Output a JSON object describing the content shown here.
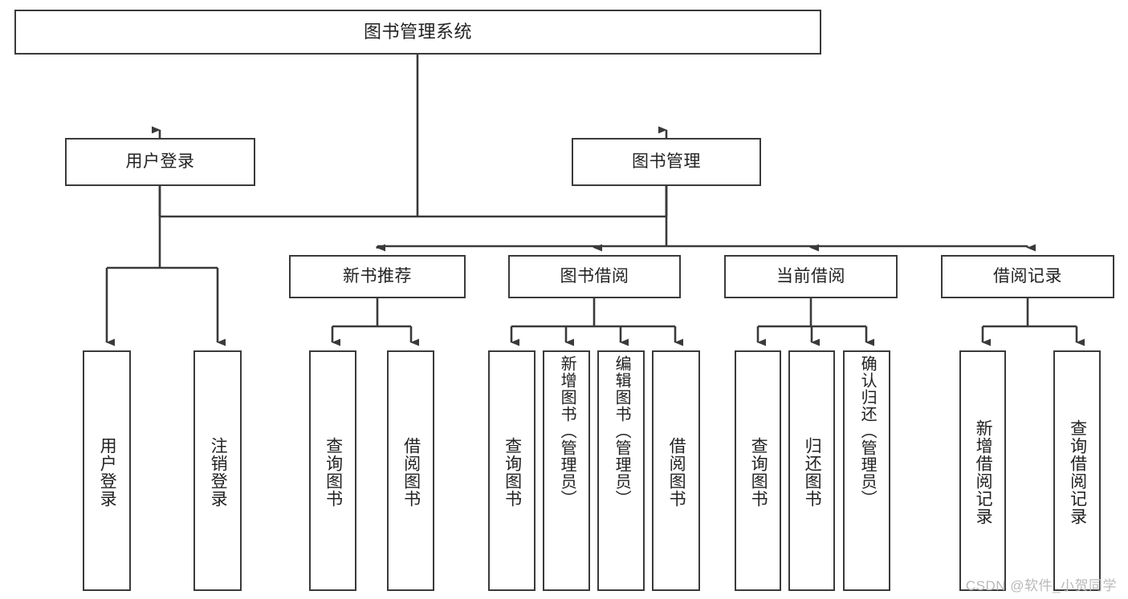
{
  "diagram": {
    "title": "图书管理系统",
    "type": "hierarchy-tree",
    "root": {
      "id": "root",
      "label": "图书管理系统",
      "orientation": "horizontal"
    },
    "level2": [
      {
        "id": "user-login",
        "label": "用户登录",
        "orientation": "horizontal"
      },
      {
        "id": "book-management",
        "label": "图书管理",
        "orientation": "horizontal"
      }
    ],
    "level3": [
      {
        "id": "new-book-recommend",
        "label": "新书推荐",
        "orientation": "horizontal"
      },
      {
        "id": "book-borrow",
        "label": "图书借阅",
        "orientation": "horizontal"
      },
      {
        "id": "current-borrow",
        "label": "当前借阅",
        "orientation": "horizontal"
      },
      {
        "id": "borrow-record",
        "label": "借阅记录",
        "orientation": "horizontal"
      }
    ],
    "leaves": [
      {
        "id": "leaf-user-login",
        "label": "用户登录",
        "parent": "user-login",
        "orientation": "vertical"
      },
      {
        "id": "leaf-logout",
        "label": "注销登录",
        "parent": "user-login",
        "orientation": "vertical"
      },
      {
        "id": "leaf-query-book-1",
        "label": "查询图书",
        "parent": "new-book-recommend",
        "orientation": "vertical"
      },
      {
        "id": "leaf-borrow-book-1",
        "label": "借阅图书",
        "parent": "new-book-recommend",
        "orientation": "vertical"
      },
      {
        "id": "leaf-query-book-2",
        "label": "查询图书",
        "parent": "book-borrow",
        "orientation": "vertical"
      },
      {
        "id": "leaf-add-book",
        "label": "新增图书（管理员）",
        "parent": "book-borrow",
        "orientation": "vertical"
      },
      {
        "id": "leaf-edit-book",
        "label": "编辑图书（管理员）",
        "parent": "book-borrow",
        "orientation": "vertical"
      },
      {
        "id": "leaf-borrow-book-2",
        "label": "借阅图书",
        "parent": "book-borrow",
        "orientation": "vertical"
      },
      {
        "id": "leaf-query-book-3",
        "label": "查询图书",
        "parent": "current-borrow",
        "orientation": "vertical"
      },
      {
        "id": "leaf-return-book",
        "label": "归还图书",
        "parent": "current-borrow",
        "orientation": "vertical"
      },
      {
        "id": "leaf-confirm-return",
        "label": "确认归还（管理员）",
        "parent": "current-borrow",
        "orientation": "vertical"
      },
      {
        "id": "leaf-add-record",
        "label": "新增借阅记录",
        "parent": "borrow-record",
        "orientation": "vertical"
      },
      {
        "id": "leaf-query-record",
        "label": "查询借阅记录",
        "parent": "borrow-record",
        "orientation": "vertical"
      }
    ],
    "colors": {
      "stroke": "#3a3a3a",
      "fill": "#ffffff",
      "text": "#222222",
      "watermark": "#b9b9b9"
    }
  },
  "watermark": {
    "text": "CSDN @软件_小贺同学"
  }
}
